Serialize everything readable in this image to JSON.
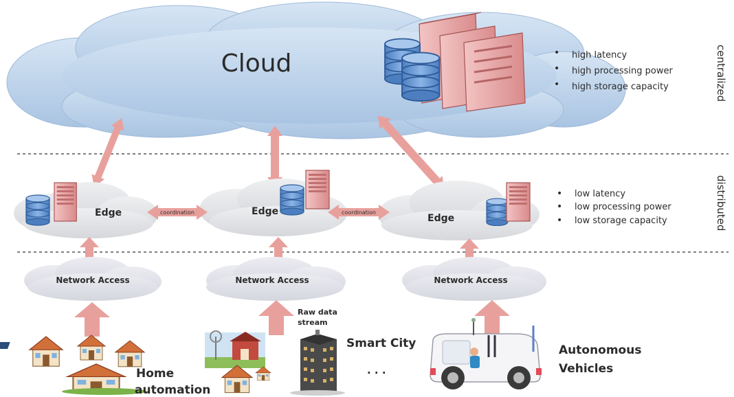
{
  "cloud": {
    "label": "Cloud"
  },
  "tiers": {
    "centralized": "centralized",
    "distributed": "distributed"
  },
  "cloud_props": [
    "high latency",
    "high processing power",
    "high storage capacity"
  ],
  "edge_props": [
    "low latency",
    "low processing power",
    "low storage capacity"
  ],
  "edges": [
    "Edge",
    "Edge",
    "Edge"
  ],
  "coordination": [
    "coordination",
    "coordination"
  ],
  "network_access": [
    "Network Access",
    "Network Access",
    "Network Access"
  ],
  "raw_data": [
    "Raw data",
    "stream"
  ],
  "devices": {
    "home": [
      "Home",
      "automation"
    ],
    "smart_city": "Smart City",
    "ellipsis": ". . .",
    "vehicles": [
      "Autonomous",
      "Vehicles"
    ]
  },
  "colors": {
    "cloud_fill": "#bcd3ea",
    "edge_fill": "#e2e3e6",
    "arrow": "#e8a09c",
    "server": "#e9a9a9",
    "database": "#6f9fd6"
  }
}
